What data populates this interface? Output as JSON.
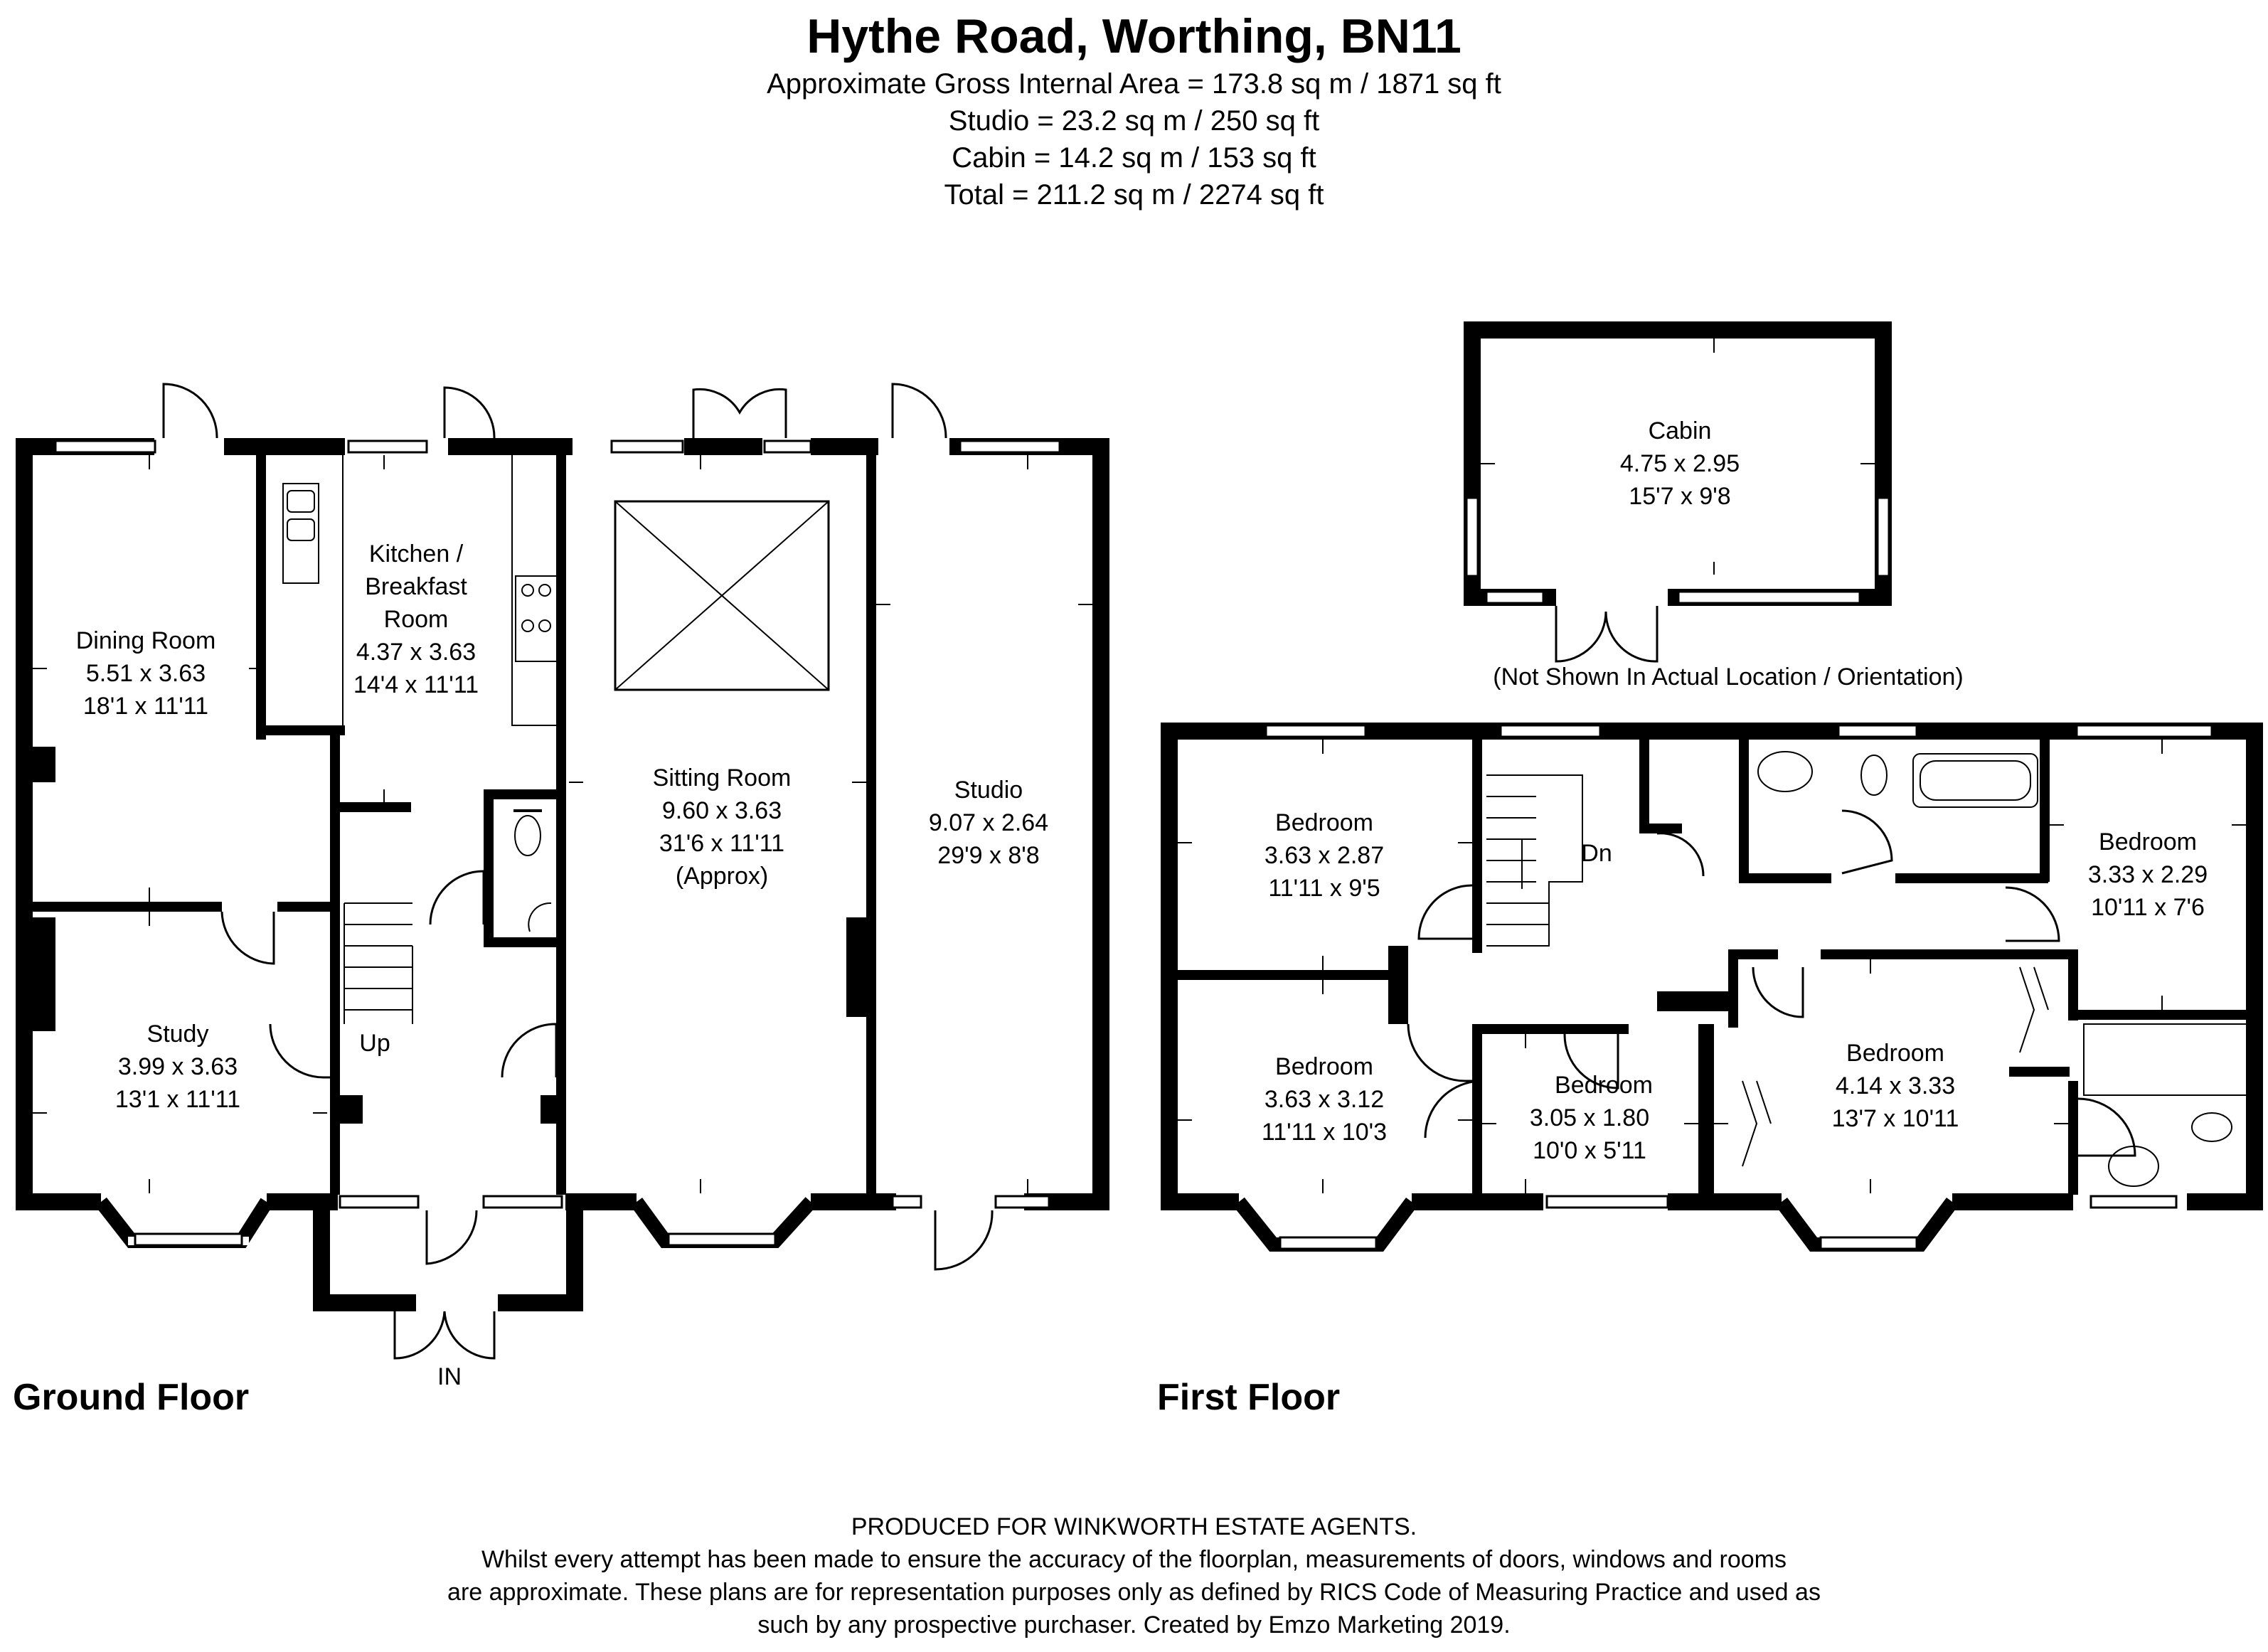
{
  "header": {
    "title": "Hythe Road, Worthing, BN11",
    "areas": [
      "Approximate Gross Internal Area = 173.8 sq m / 1871 sq ft",
      "Studio = 23.2 sq m / 250 sq ft",
      "Cabin = 14.2 sq m / 153 sq ft",
      "Total = 211.2 sq m / 2274 sq ft"
    ]
  },
  "ground_floor": {
    "label": "Ground Floor",
    "rooms": {
      "dining": [
        "Dining Room",
        "5.51 x 3.63",
        "18'1 x 11'11"
      ],
      "kitchen": [
        "Kitchen /",
        "Breakfast",
        "Room",
        "4.37 x 3.63",
        "14'4 x 11'11"
      ],
      "sitting": [
        "Sitting Room",
        "9.60 x 3.63",
        "31'6 x 11'11",
        "(Approx)"
      ],
      "studio": [
        "Studio",
        "9.07 x 2.64",
        "29'9 x 8'8"
      ],
      "study": [
        "Study",
        "3.99 x 3.63",
        "13'1 x 11'11"
      ]
    },
    "stairs_label": "Up",
    "entrance_label": "IN"
  },
  "cabin": {
    "lines": [
      "Cabin",
      "4.75 x 2.95",
      "15'7 x 9'8"
    ],
    "note": "(Not Shown In Actual Location / Orientation)"
  },
  "first_floor": {
    "label": "First Floor",
    "rooms": {
      "bed_top_left": [
        "Bedroom",
        "3.63 x 2.87",
        "11'11 x 9'5"
      ],
      "bed_right": [
        "Bedroom",
        "3.33 x 2.29",
        "10'11 x 7'6"
      ],
      "bed_bottom_left": [
        "Bedroom",
        "3.63 x 3.12",
        "11'11 x 10'3"
      ],
      "bed_small": [
        "Bedroom",
        "3.05 x 1.80",
        "10'0 x 5'11"
      ],
      "bed_main": [
        "Bedroom",
        "4.14 x 3.33",
        "13'7 x 10'11"
      ]
    },
    "stairs_label": "Dn"
  },
  "footer": [
    "PRODUCED FOR WINKWORTH ESTATE AGENTS.",
    "Whilst every attempt has been made to ensure the accuracy of the floorplan, measurements of doors, windows and rooms",
    "are approximate. These plans are for representation purposes only as defined by RICS Code of Measuring Practice and used as",
    "such by any prospective purchaser. Created by Emzo Marketing 2019."
  ],
  "colors": {
    "wall": "#000000",
    "background": "#ffffff"
  }
}
